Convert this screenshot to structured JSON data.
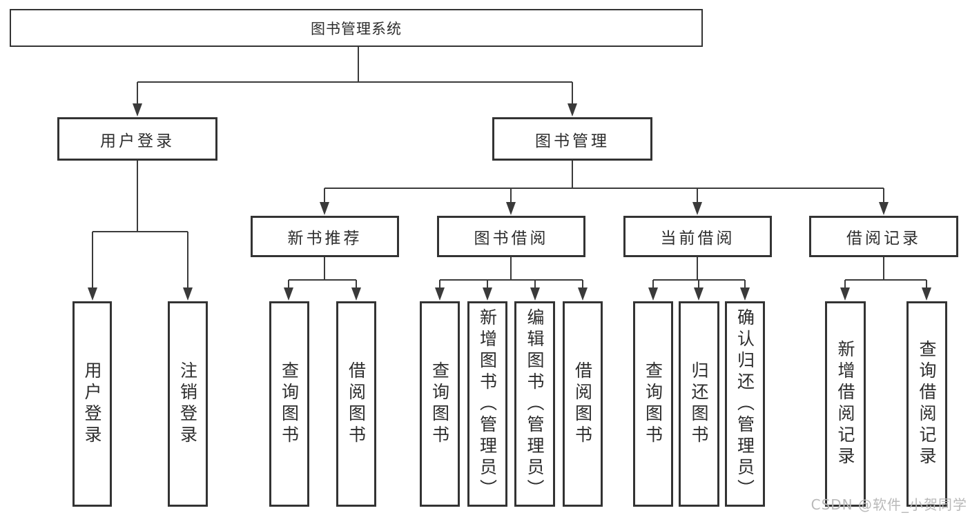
{
  "diagram": {
    "root": {
      "label": "图书管理系统"
    },
    "branches": [
      {
        "label": "用户登录",
        "children": [
          {
            "label": "用户登录"
          },
          {
            "label": "注销登录"
          }
        ]
      },
      {
        "label": "图书管理",
        "sections": [
          {
            "label": "新书推荐",
            "children": [
              {
                "label": "查询图书"
              },
              {
                "label": "借阅图书"
              }
            ]
          },
          {
            "label": "图书借阅",
            "children": [
              {
                "label": "查询图书"
              },
              {
                "label": "新增图书（管理员）"
              },
              {
                "label": "编辑图书（管理员）"
              },
              {
                "label": "借阅图书"
              }
            ]
          },
          {
            "label": "当前借阅",
            "children": [
              {
                "label": "查询图书"
              },
              {
                "label": "归还图书"
              },
              {
                "label": "确认归还（管理员）"
              }
            ]
          },
          {
            "label": "借阅记录",
            "children": [
              {
                "label": "新增借阅记录"
              },
              {
                "label": "查询借阅记录"
              }
            ]
          }
        ]
      }
    ]
  },
  "watermark": {
    "text": "CSDN @软件_小贺同学"
  },
  "colors": {
    "line": "#3a3a3a",
    "border": "#333333",
    "text": "#2d2d2d",
    "watermark": "#b9b9b9",
    "background": "#ffffff"
  }
}
